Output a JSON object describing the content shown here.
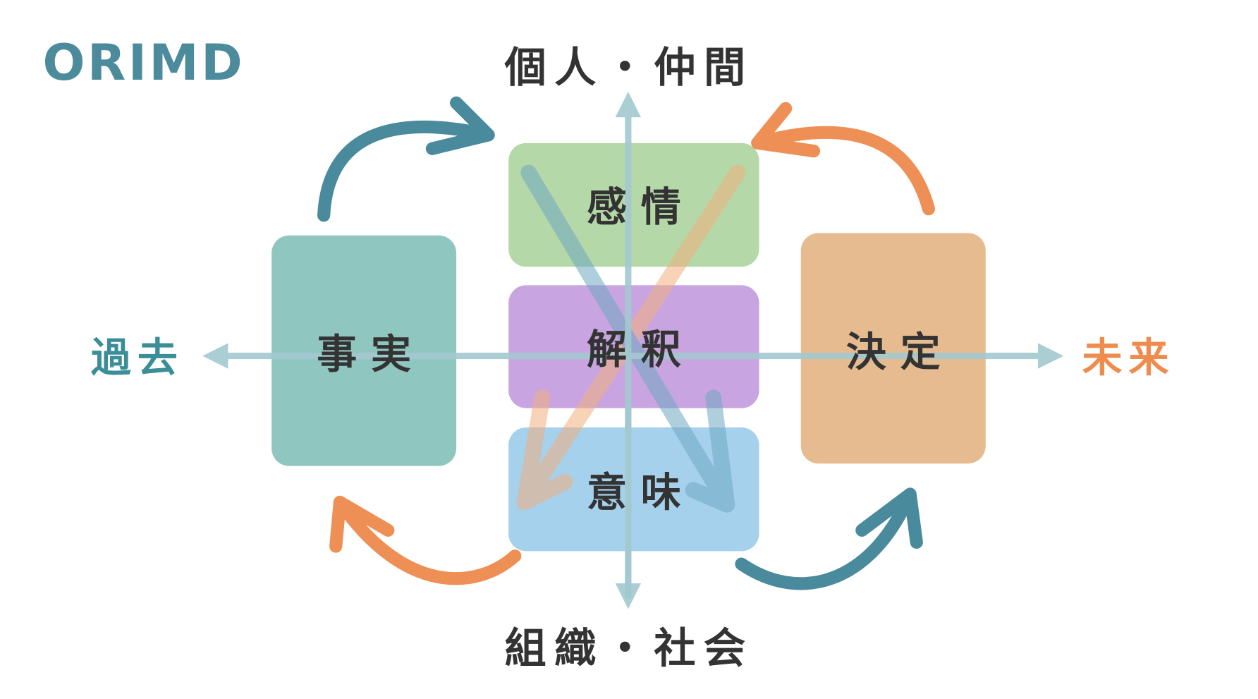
{
  "title": "ORIMD",
  "axes": {
    "top": "個人・仲間",
    "bottom": "組織・社会",
    "left": "過去",
    "right": "未来"
  },
  "boxes": {
    "fact": "事 実",
    "emotion": "感 情",
    "interpretation": "解 釈",
    "meaning": "意 味",
    "decision": "決 定"
  },
  "colors": {
    "title": "#4b8b9c",
    "text": "#333333",
    "axis": "#a3c9d0",
    "fact": "#8fc7c0",
    "emotion": "#b5d8a8",
    "interpretation": "#c8a5e0",
    "meaning": "#a5d1ec",
    "decision": "#e6bb8f",
    "blue_arrow": "#4a8a9d",
    "orange_arrow": "#ee8f55",
    "past": "#3b8e98",
    "future": "#ee8c4e"
  }
}
